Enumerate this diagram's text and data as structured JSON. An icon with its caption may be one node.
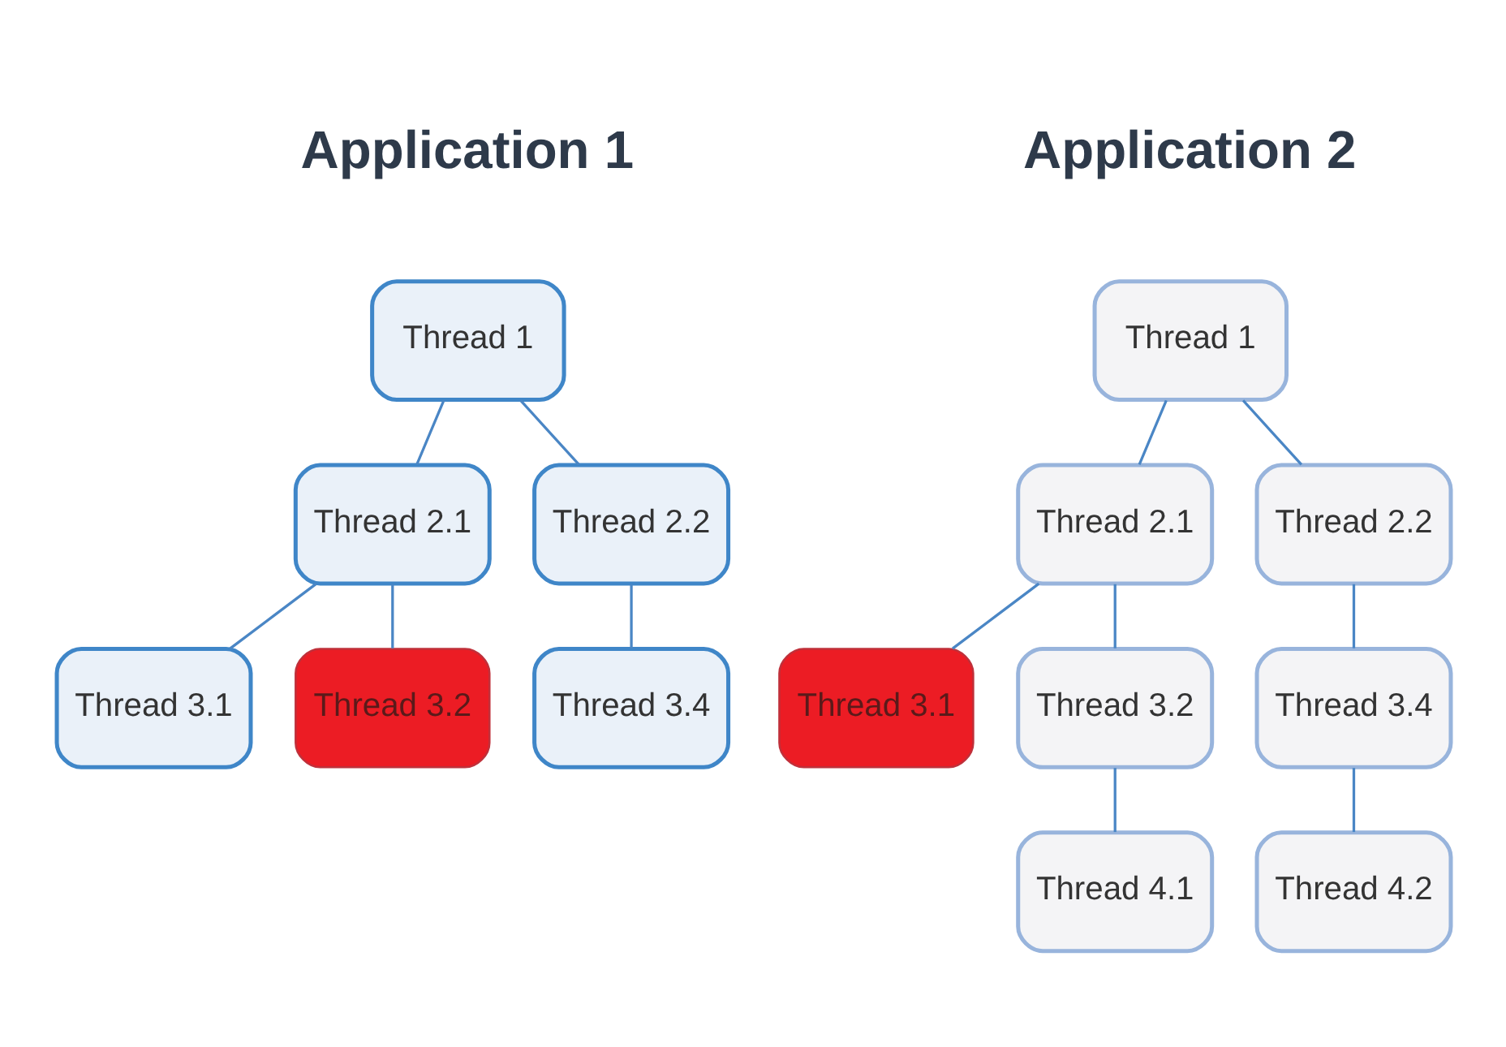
{
  "diagram": {
    "nodes": [
      {
        "text": [
          "Thread 1"
        ]
      },
      {
        "text": [
          "Thread 2.1"
        ]
      },
      {
        "text": [
          "Thread 2.2"
        ]
      },
      {
        "text": [
          "Thread 3.1"
        ]
      },
      {
        "text": [
          "Thread 3.2"
        ]
      },
      {
        "text": [
          "Thread 3.4"
        ]
      },
      {
        "text": [
          "Thread 1"
        ]
      },
      {
        "text": [
          "Thread 2.1"
        ]
      },
      {
        "text": [
          "Thread 2.2"
        ]
      },
      {
        "text": [
          "Thread 3.1"
        ]
      },
      {
        "text": [
          "Thread 3.2"
        ]
      },
      {
        "text": [
          "Thread 3.4"
        ]
      },
      {
        "text": [
          "Thread 4.1"
        ]
      },
      {
        "text": [
          "Thread 4.2"
        ]
      }
    ],
    "edges": [
      {
        "from": 0,
        "to": 1,
        "arrow": "none"
      },
      {
        "from": 0,
        "to": 2,
        "arrow": "none"
      },
      {
        "from": 1,
        "to": 3,
        "arrow": "none"
      },
      {
        "from": 1,
        "to": 4,
        "arrow": "none"
      },
      {
        "from": 2,
        "to": 5,
        "arrow": "none"
      },
      {
        "from": 6,
        "to": 7,
        "arrow": "none"
      },
      {
        "from": 6,
        "to": 8,
        "arrow": "none"
      },
      {
        "from": 7,
        "to": 9,
        "arrow": "none"
      },
      {
        "from": 7,
        "to": 10,
        "arrow": "none"
      },
      {
        "from": 8,
        "to": 11,
        "arrow": "none"
      },
      {
        "from": 10,
        "to": 12,
        "arrow": "none"
      },
      {
        "from": 11,
        "to": 13,
        "arrow": "none"
      }
    ],
    "labels": [
      "Application 1",
      "Application 2"
    ]
  }
}
